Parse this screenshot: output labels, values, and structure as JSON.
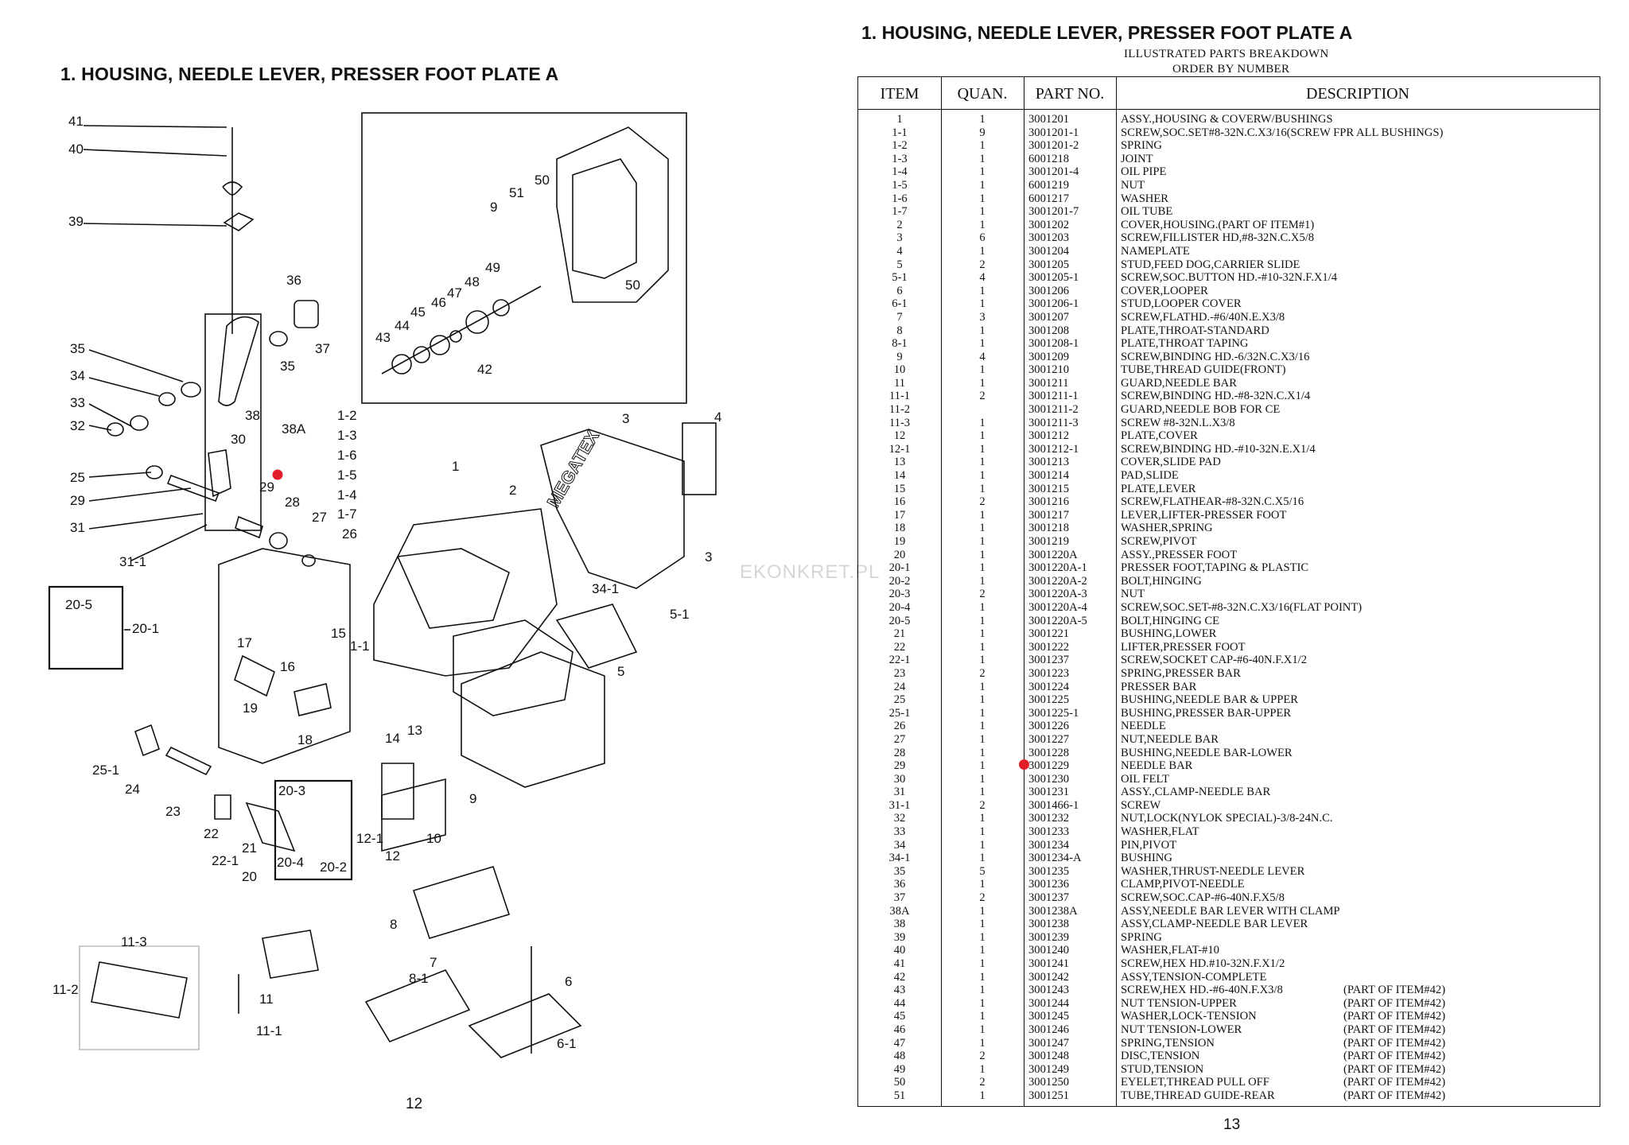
{
  "left_page": {
    "title": "1. HOUSING, NEEDLE LEVER, PRESSER FOOT PLATE A",
    "page_number": "12",
    "callouts": [
      "41",
      "40",
      "39",
      "36",
      "35",
      "37",
      "35",
      "34",
      "33",
      "32",
      "38",
      "38A",
      "30",
      "25",
      "29",
      "29",
      "28",
      "27",
      "31",
      "31-1",
      "26",
      "20-5",
      "20-1",
      "17",
      "15",
      "16",
      "19",
      "18",
      "25-1",
      "24",
      "23",
      "22",
      "22-1",
      "21",
      "20-3",
      "20-4",
      "20-2",
      "20",
      "11-3",
      "11-2",
      "11",
      "11-1",
      "8-1",
      "8",
      "7",
      "6",
      "6-1",
      "12",
      "12-1",
      "10",
      "9",
      "14",
      "13",
      "1-1",
      "1-2",
      "1-3",
      "1-6",
      "1-5",
      "1-4",
      "1-7",
      "1",
      "2",
      "3",
      "4",
      "3",
      "34-1",
      "5-1",
      "5",
      "9",
      "51",
      "50",
      "49",
      "48",
      "47",
      "46",
      "45",
      "44",
      "43",
      "42",
      "50"
    ],
    "brand_text": "MEGATEX"
  },
  "watermark": "EKONKRET.PL",
  "right_page": {
    "title": "1. HOUSING, NEEDLE LEVER, PRESSER FOOT PLATE A",
    "subtitle_1": "ILLUSTRATED PARTS BREAKDOWN",
    "subtitle_2": "ORDER BY NUMBER",
    "page_number": "13",
    "headers": {
      "item": "ITEM",
      "quan": "QUAN.",
      "part": "PART NO.",
      "desc": "DESCRIPTION"
    },
    "rows": [
      [
        "1",
        "1",
        "3001201",
        "ASSY.,HOUSING & COVERW/BUSHINGS",
        ""
      ],
      [
        "1-1",
        "9",
        "3001201-1",
        "SCREW,SOC.SET#8-32N.C.X3/16(SCREW FPR ALL BUSHINGS)",
        ""
      ],
      [
        "1-2",
        "1",
        "3001201-2",
        "SPRING",
        ""
      ],
      [
        "1-3",
        "1",
        "6001218",
        "JOINT",
        ""
      ],
      [
        "1-4",
        "1",
        "3001201-4",
        "OIL PIPE",
        ""
      ],
      [
        "1-5",
        "1",
        "6001219",
        "NUT",
        ""
      ],
      [
        "1-6",
        "1",
        "6001217",
        "WASHER",
        ""
      ],
      [
        "1-7",
        "1",
        "3001201-7",
        "OIL TUBE",
        ""
      ],
      [
        "2",
        "1",
        "3001202",
        "COVER,HOUSING.(PART OF ITEM#1)",
        ""
      ],
      [
        "3",
        "6",
        "3001203",
        "SCREW,FILLISTER HD,#8-32N.C.X5/8",
        ""
      ],
      [
        "4",
        "1",
        "3001204",
        "NAMEPLATE",
        ""
      ],
      [
        "5",
        "2",
        "3001205",
        "STUD,FEED DOG,CARRIER SLIDE",
        ""
      ],
      [
        "5-1",
        "4",
        "3001205-1",
        "SCREW,SOC.BUTTON HD.-#10-32N.F.X1/4",
        ""
      ],
      [
        "6",
        "1",
        "3001206",
        "COVER,LOOPER",
        ""
      ],
      [
        "6-1",
        "1",
        "3001206-1",
        "STUD,LOOPER COVER",
        ""
      ],
      [
        "7",
        "3",
        "3001207",
        "SCREW,FLATHD.-#6/40N.E.X3/8",
        ""
      ],
      [
        "8",
        "1",
        "3001208",
        "PLATE,THROAT-STANDARD",
        ""
      ],
      [
        "8-1",
        "1",
        "3001208-1",
        "PLATE,THROAT TAPING",
        ""
      ],
      [
        "9",
        "4",
        "3001209",
        "SCREW,BINDING HD.-6/32N.C.X3/16",
        ""
      ],
      [
        "10",
        "1",
        "3001210",
        "TUBE,THREAD GUIDE(FRONT)",
        ""
      ],
      [
        "11",
        "1",
        "3001211",
        "GUARD,NEEDLE BAR",
        ""
      ],
      [
        "11-1",
        "2",
        "3001211-1",
        "SCREW,BINDING HD.-#8-32N.C.X1/4",
        ""
      ],
      [
        "11-2",
        "",
        "3001211-2",
        "GUARD,NEEDLE BOB FOR CE",
        ""
      ],
      [
        "11-3",
        "1",
        "3001211-3",
        "SCREW #8-32N.L.X3/8",
        ""
      ],
      [
        "12",
        "1",
        "3001212",
        "PLATE,COVER",
        ""
      ],
      [
        "12-1",
        "1",
        "3001212-1",
        "SCREW,BINDING HD.-#10-32N.E.X1/4",
        ""
      ],
      [
        "13",
        "1",
        "3001213",
        "COVER,SLIDE PAD",
        ""
      ],
      [
        "14",
        "1",
        "3001214",
        "PAD,SLIDE",
        ""
      ],
      [
        "15",
        "1",
        "3001215",
        "PLATE,LEVER",
        ""
      ],
      [
        "16",
        "2",
        "3001216",
        "SCREW,FLATHEAR-#8-32N.C.X5/16",
        ""
      ],
      [
        "17",
        "1",
        "3001217",
        "LEVER,LIFTER-PRESSER FOOT",
        ""
      ],
      [
        "18",
        "1",
        "3001218",
        "WASHER,SPRING",
        ""
      ],
      [
        "19",
        "1",
        "3001219",
        "SCREW,PIVOT",
        ""
      ],
      [
        "20",
        "1",
        "3001220A",
        "ASSY.,PRESSER FOOT",
        ""
      ],
      [
        "20-1",
        "1",
        "3001220A-1",
        "PRESSER FOOT,TAPING & PLASTIC",
        ""
      ],
      [
        "20-2",
        "1",
        "3001220A-2",
        "BOLT,HINGING",
        ""
      ],
      [
        "20-3",
        "2",
        "3001220A-3",
        "NUT",
        ""
      ],
      [
        "20-4",
        "1",
        "3001220A-4",
        "SCREW,SOC.SET-#8-32N.C.X3/16(FLAT POINT)",
        ""
      ],
      [
        "20-5",
        "1",
        "3001220A-5",
        "BOLT,HINGING CE",
        ""
      ],
      [
        "21",
        "1",
        "3001221",
        "BUSHING,LOWER",
        ""
      ],
      [
        "22",
        "1",
        "3001222",
        "LIFTER,PRESSER FOOT",
        ""
      ],
      [
        "22-1",
        "1",
        "3001237",
        "SCREW,SOCKET CAP-#6-40N.F.X1/2",
        ""
      ],
      [
        "23",
        "2",
        "3001223",
        "SPRING,PRESSER BAR",
        ""
      ],
      [
        "24",
        "1",
        "3001224",
        "PRESSER BAR",
        ""
      ],
      [
        "25",
        "1",
        "3001225",
        "BUSHING,NEEDLE BAR & UPPER",
        ""
      ],
      [
        "25-1",
        "1",
        "3001225-1",
        "BUSHING,PRESSER BAR-UPPER",
        ""
      ],
      [
        "26",
        "1",
        "3001226",
        "NEEDLE",
        ""
      ],
      [
        "27",
        "1",
        "3001227",
        "NUT,NEEDLE BAR",
        ""
      ],
      [
        "28",
        "1",
        "3001228",
        "BUSHING,NEEDLE BAR-LOWER",
        ""
      ],
      [
        "29",
        "1",
        "3001229",
        "NEEDLE BAR",
        ""
      ],
      [
        "30",
        "1",
        "3001230",
        "OIL FELT",
        ""
      ],
      [
        "31",
        "1",
        "3001231",
        "ASSY.,CLAMP-NEEDLE BAR",
        ""
      ],
      [
        "31-1",
        "2",
        "3001466-1",
        "SCREW",
        ""
      ],
      [
        "32",
        "1",
        "3001232",
        "NUT,LOCK(NYLOK SPECIAL)-3/8-24N.C.",
        ""
      ],
      [
        "33",
        "1",
        "3001233",
        "WASHER,FLAT",
        ""
      ],
      [
        "34",
        "1",
        "3001234",
        "PIN,PIVOT",
        ""
      ],
      [
        "34-1",
        "1",
        "3001234-A",
        "BUSHING",
        ""
      ],
      [
        "35",
        "5",
        "3001235",
        "WASHER,THRUST-NEEDLE LEVER",
        ""
      ],
      [
        "36",
        "1",
        "3001236",
        "CLAMP,PIVOT-NEEDLE",
        ""
      ],
      [
        "37",
        "2",
        "3001237",
        "SCREW,SOC.CAP-#6-40N.F.X5/8",
        ""
      ],
      [
        "38A",
        "1",
        "3001238A",
        "ASSY,NEEDLE BAR LEVER WITH CLAMP",
        ""
      ],
      [
        "38",
        "1",
        "3001238",
        "ASSY,CLAMP-NEEDLE BAR LEVER",
        ""
      ],
      [
        "39",
        "1",
        "3001239",
        "SPRING",
        ""
      ],
      [
        "40",
        "1",
        "3001240",
        "WASHER,FLAT-#10",
        ""
      ],
      [
        "41",
        "1",
        "3001241",
        "SCREW,HEX HD.#10-32N.F.X1/2",
        ""
      ],
      [
        "42",
        "1",
        "3001242",
        "ASSY,TENSION-COMPLETE",
        ""
      ],
      [
        "43",
        "1",
        "3001243",
        "SCREW,HEX HD.-#6-40N.F.X3/8",
        "(PART OF ITEM#42)"
      ],
      [
        "44",
        "1",
        "3001244",
        "NUT TENSION-UPPER",
        "(PART OF ITEM#42)"
      ],
      [
        "45",
        "1",
        "3001245",
        "WASHER,LOCK-TENSION",
        "(PART OF ITEM#42)"
      ],
      [
        "46",
        "1",
        "3001246",
        "NUT TENSION-LOWER",
        "(PART OF ITEM#42)"
      ],
      [
        "47",
        "1",
        "3001247",
        "SPRING,TENSION",
        "(PART OF ITEM#42)"
      ],
      [
        "48",
        "2",
        "3001248",
        "DISC,TENSION",
        "(PART OF ITEM#42)"
      ],
      [
        "49",
        "1",
        "3001249",
        "STUD,TENSION",
        "(PART OF ITEM#42)"
      ],
      [
        "50",
        "2",
        "3001250",
        "EYELET,THREAD PULL OFF",
        "(PART OF ITEM#42)"
      ],
      [
        "51",
        "1",
        "3001251",
        "TUBE,THREAD GUIDE-REAR",
        "(PART OF ITEM#42)"
      ]
    ]
  },
  "colors": {
    "marker": "#e11d2a",
    "ink": "#111111",
    "watermark": "#d6d6d6"
  }
}
